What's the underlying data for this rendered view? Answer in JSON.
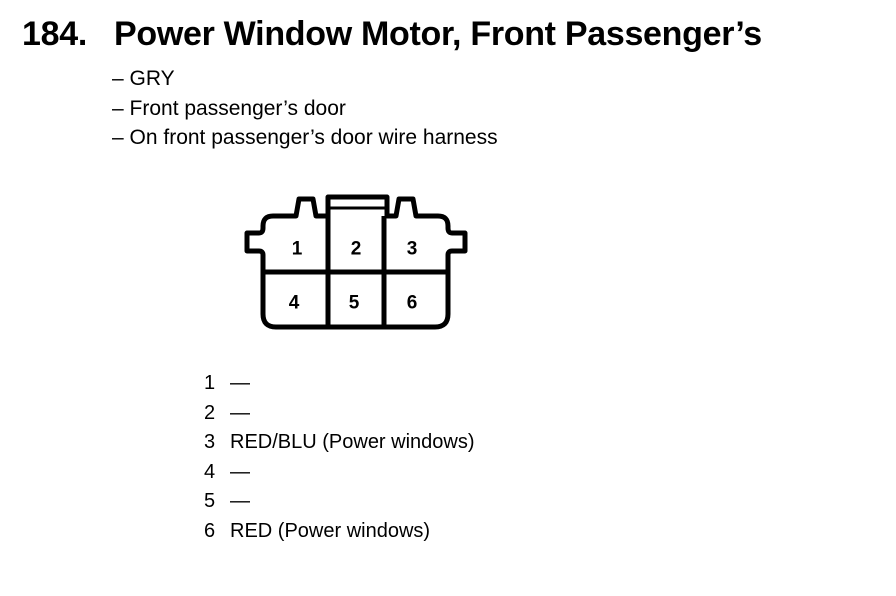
{
  "title": {
    "number": "184.",
    "text": "Power Window Motor, Front Passenger’s"
  },
  "info_lines": [
    "– GRY",
    "– Front passenger’s door",
    "– On front passenger’s door wire harness"
  ],
  "connector": {
    "cells": [
      "1",
      "2",
      "3",
      "4",
      "5",
      "6"
    ]
  },
  "pins": [
    {
      "number": "1",
      "description": "—"
    },
    {
      "number": "2",
      "description": "—"
    },
    {
      "number": "3",
      "description": "RED/BLU (Power windows)"
    },
    {
      "number": "4",
      "description": "—"
    },
    {
      "number": "5",
      "description": "—"
    },
    {
      "number": "6",
      "description": "RED (Power windows)"
    }
  ]
}
